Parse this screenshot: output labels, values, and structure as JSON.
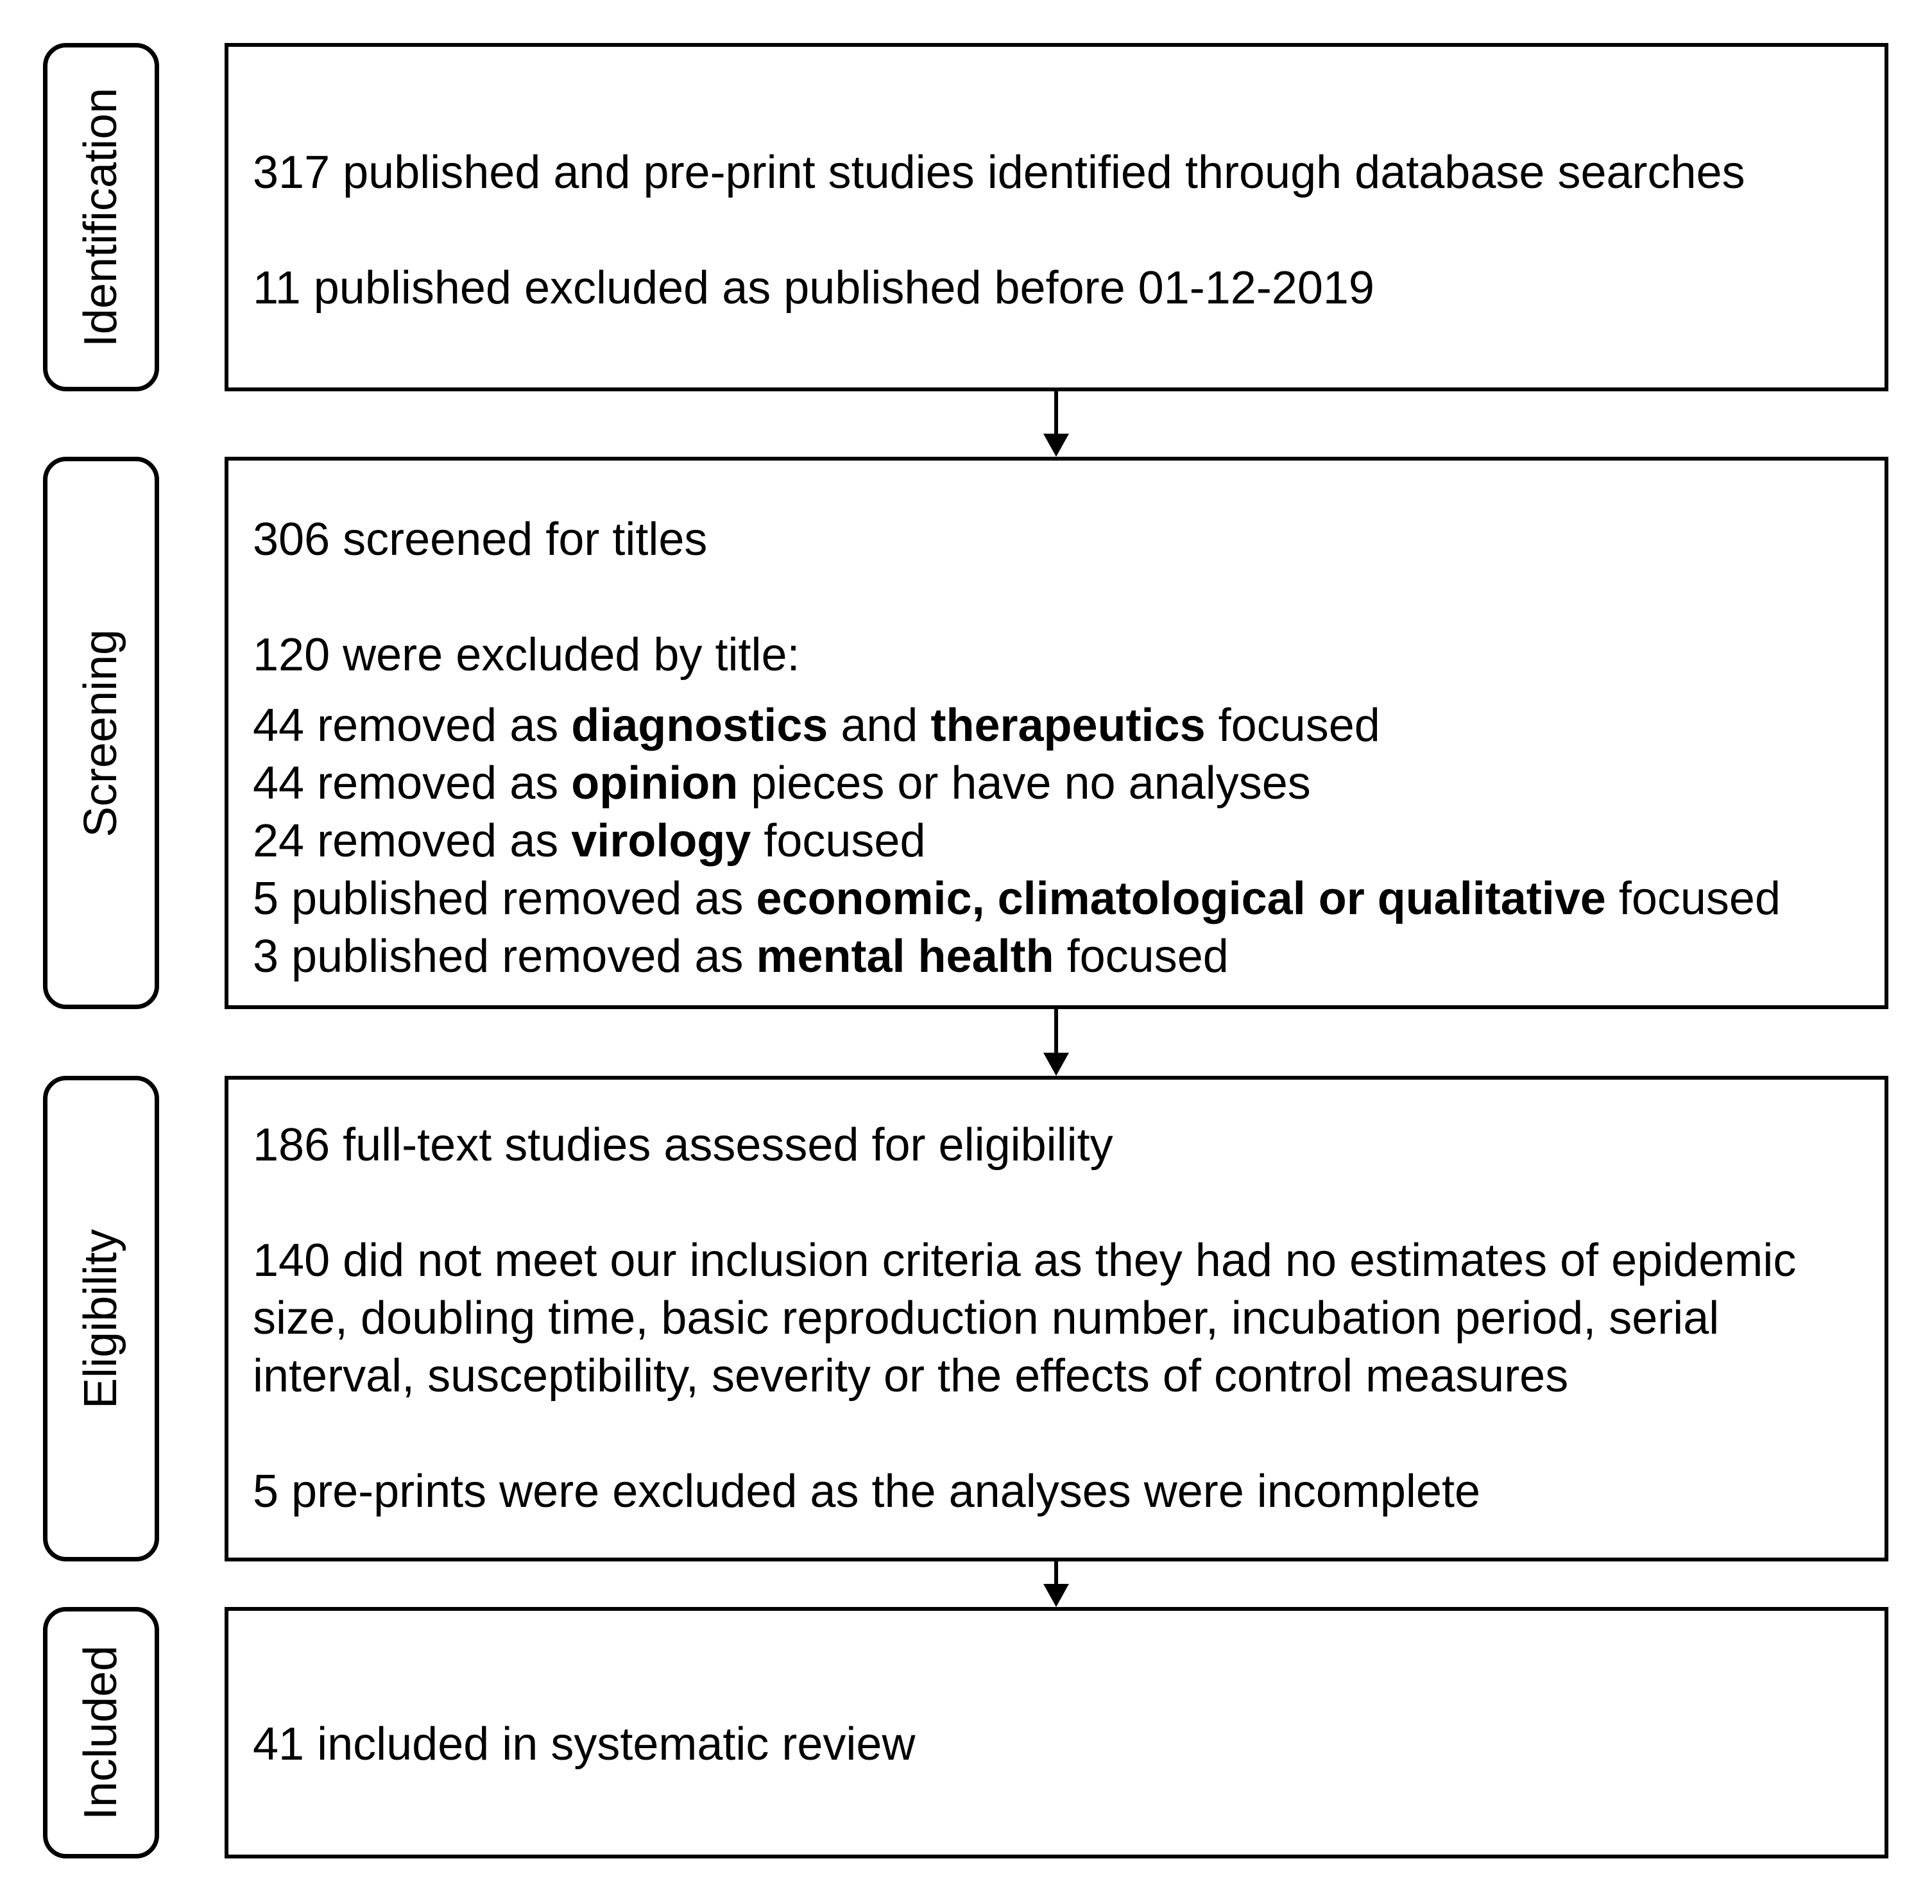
{
  "colors": {
    "border": "#000000",
    "background": "#ffffff",
    "text": "#000000"
  },
  "stages": [
    {
      "id": "identification",
      "label": "Identification",
      "lines": [
        [
          {
            "t": "317 published and pre-print studies identified through database searches"
          }
        ],
        [],
        [
          {
            "t": "11 published excluded as published before 01-12-2019"
          }
        ]
      ]
    },
    {
      "id": "screening",
      "label": "Screening",
      "lines": [
        [
          {
            "t": "306 screened for titles"
          }
        ],
        [],
        [
          {
            "t": "120 were excluded by title:"
          }
        ],
        [
          {
            "t": "44 removed as "
          },
          {
            "t": "diagnostics",
            "b": true
          },
          {
            "t": " and "
          },
          {
            "t": "therapeutics",
            "b": true
          },
          {
            "t": " focused"
          }
        ],
        [
          {
            "t": "44 removed as "
          },
          {
            "t": "opinion",
            "b": true
          },
          {
            "t": " pieces or have no analyses"
          }
        ],
        [
          {
            "t": "24 removed as "
          },
          {
            "t": "virology",
            "b": true
          },
          {
            "t": " focused"
          }
        ],
        [
          {
            "t": "5 published removed as "
          },
          {
            "t": "economic, climatological or qualitative",
            "b": true
          },
          {
            "t": " focused"
          }
        ],
        [
          {
            "t": "3 published removed as "
          },
          {
            "t": "mental health",
            "b": true
          },
          {
            "t": " focused"
          }
        ]
      ]
    },
    {
      "id": "eligibility",
      "label": "Eligibility",
      "lines": [
        [
          {
            "t": "186 full-text studies assessed for eligibility"
          }
        ],
        [],
        [
          {
            "t": "140 did not meet our inclusion criteria as they had no estimates of epidemic"
          }
        ],
        [
          {
            "t": "size, doubling time, basic reproduction number, incubation period, serial"
          }
        ],
        [
          {
            "t": "interval, susceptibility, severity or the effects of control measures"
          }
        ],
        [],
        [
          {
            "t": "5 pre-prints were excluded as the analyses were incomplete"
          }
        ]
      ]
    },
    {
      "id": "included",
      "label": "Included",
      "lines": [
        [
          {
            "t": "41 included in systematic review"
          }
        ]
      ]
    }
  ]
}
